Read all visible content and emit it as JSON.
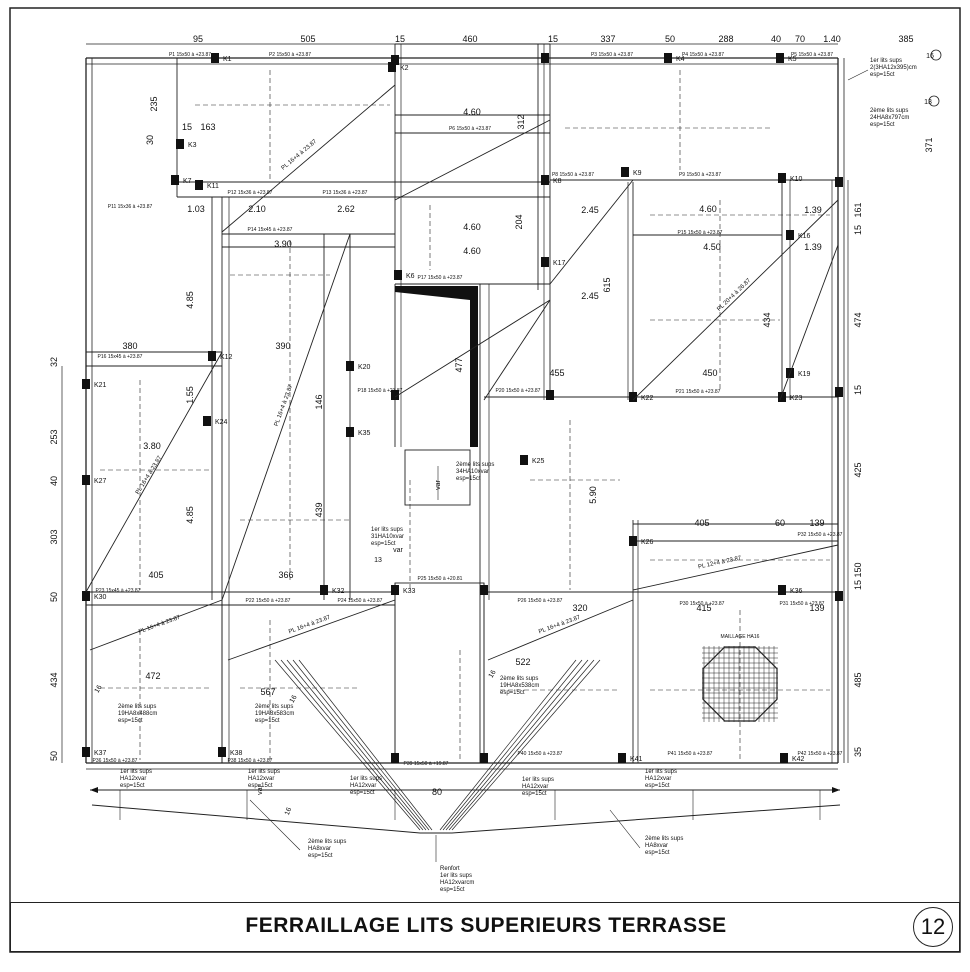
{
  "sheet": {
    "title": "FERRAILLAGE LITS SUPERIEURS  TERRASSE",
    "number": "12"
  },
  "dimensions": {
    "top": [
      "95",
      "505",
      "15",
      "460",
      "15",
      "337",
      "50",
      "288",
      "40",
      "70",
      "1.40",
      "385"
    ],
    "left": [
      "32",
      "253",
      "40",
      "303",
      "50",
      "434",
      "50"
    ],
    "right": [
      "161",
      "15",
      "474",
      "15",
      "425",
      "150",
      "15",
      "485",
      "35",
      "371"
    ],
    "interior": [
      "235",
      "30",
      "15",
      "163",
      "1.03",
      "2.10",
      "2.62",
      "3.90",
      "4.60",
      "4.60",
      "4.60",
      "2.45",
      "2.45",
      "4.85",
      "4.85",
      "380",
      "390",
      "3.80",
      "1.55",
      "405",
      "366",
      "455",
      "5.90",
      "405",
      "60",
      "139",
      "472",
      "567",
      "80",
      "522",
      "320",
      "415",
      "139",
      "450",
      "4.50",
      "4.60",
      "1.39",
      "1.39",
      "477",
      "439",
      "146",
      "615",
      "434",
      "312",
      "204"
    ]
  },
  "columns": [
    "K1",
    "K2",
    "K3",
    "K4",
    "K5",
    "K6",
    "K7",
    "K8",
    "K9",
    "K10",
    "K11",
    "K12",
    "K16",
    "K17",
    "K19",
    "K20",
    "K21",
    "K22",
    "K23",
    "K24",
    "K25",
    "K26",
    "K27",
    "K30",
    "K32",
    "K33",
    "K35",
    "K36",
    "K37",
    "K38",
    "K41",
    "K42"
  ],
  "beams": {
    "top": [
      "P1 15x50 à +23.87",
      "P2 15x50 à +23.87",
      "P3 15x50 à +23.87",
      "P4 15x50 à +23.87",
      "P5 15x50 à +23.87"
    ],
    "row2": [
      "P6 15x50 à +23.87",
      "P8 15x50 à +23.87",
      "P9 15x50 à +23.87"
    ],
    "row3": [
      "P11 15x36 à +23.87",
      "P12 15x36 à +23.87",
      "P13 15x36 à +23.87",
      "P14 15x45 à +23.87",
      "P15 15x50 à +23.87"
    ],
    "row4": [
      "P16 15x45 à +23.87",
      "P17 15x50 à +23.87",
      "P18 15x50 à +23.87",
      "P20 15x50 à +23.87",
      "P21 15x50 à +23.87",
      "P22 15x50 à +23.87"
    ],
    "row5": [
      "P23 15x45 à +23.87",
      "P24 15x50 à +23.87",
      "P25 15x50 à +20.81",
      "P26 15x50 à +23.87",
      "P30 15x50 à +23.87",
      "P31 15x50 à +23.87",
      "P32 15x50 à +23.87"
    ],
    "row6": [
      "P36 15x50 à +23.87",
      "P38 15x50 à +23.87",
      "P39 15x50 à +19.87",
      "P40 15x50 à +23.87",
      "P41 15x50 à +23.87",
      "P42 15x50 à +23.87"
    ]
  },
  "rebar": {
    "diagonals": [
      "PL 16+4 à 23.87",
      "PL 16+4 à 23.87",
      "PL 16+4 à 23.87",
      "PL 12+4 à 23.87",
      "PL 20+4 à 26.87",
      "PL 16+4 à 23.87",
      "PL 16+4 à 23.87",
      "PL 16+4 à 23.87"
    ],
    "notes": [
      {
        "line1": "1er lits sups",
        "line2": "2(3HA12x395)cm",
        "line3": "esp=15ct"
      },
      {
        "line1": "2ème lits sups",
        "line2": "24HA8x797cm",
        "line3": "esp=15ct"
      },
      {
        "line1": "2ème lits sups",
        "line2": "34HA10xvar",
        "line3": "esp=15ct"
      },
      {
        "line1": "1er lits sups",
        "line2": "31HA10xvar",
        "line3": "esp=15ct"
      },
      {
        "line1": "2ème lits sups",
        "line2": "19HA8x488cm",
        "line3": "esp=15ct"
      },
      {
        "line1": "2ème lits sups",
        "line2": "19HA8x583cm",
        "line3": "esp=15ct"
      },
      {
        "line1": "2ème lits sups",
        "line2": "19HA8x538cm",
        "line3": "esp=15ct"
      },
      {
        "line1": "1er lits sups",
        "line2": "HA12xvar",
        "line3": "esp=15ct"
      },
      {
        "line1": "1er lits sups",
        "line2": "HA12xvar",
        "line3": "esp=15ct"
      },
      {
        "line1": "1er lits sups",
        "line2": "HA12xvar",
        "line3": "esp=15ct"
      },
      {
        "line1": "1er lits sups",
        "line2": "HA12xvar",
        "line3": "esp=15ct"
      },
      {
        "line1": "1er lits sups",
        "line2": "HA12xvar",
        "line3": "esp=15ct"
      },
      {
        "line1": "2ème lits sups",
        "line2": "HA8xvar",
        "line3": "esp=15ct"
      },
      {
        "line1": "2ème lits sups",
        "line2": "HA8xvar",
        "line3": "esp=15ct"
      }
    ],
    "renfort": {
      "line1": "Renfort",
      "line2": "1er lits sups",
      "line3": "HA12xvarcm",
      "line4": "esp=15ct"
    },
    "mesh_label": "MAILLAGE HA16",
    "var_label": "var",
    "markers": [
      "16",
      "16",
      "16",
      "16",
      "13",
      "13",
      "16"
    ]
  }
}
